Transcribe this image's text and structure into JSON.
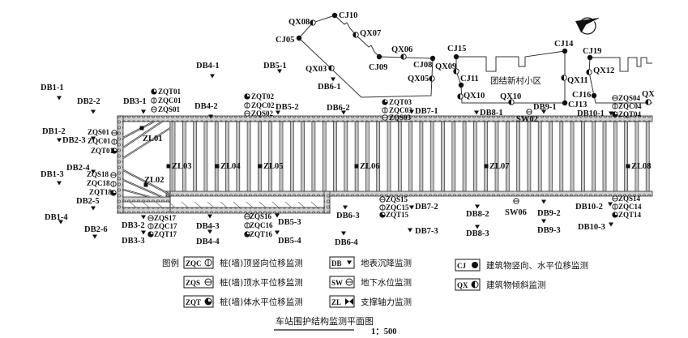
{
  "diagram": {
    "title": "车站围护结构监测平面图",
    "scale": "1：500",
    "community_label": "团结新村小区",
    "legend_title": "图例",
    "legend": [
      {
        "code": "ZQC",
        "symbol": "zqc",
        "text": "桩(墙)顶竖向位移监测"
      },
      {
        "code": "ZQS",
        "symbol": "zqs",
        "text": "桩(墙)顶水平位移监测"
      },
      {
        "code": "ZQT",
        "symbol": "zqt",
        "text": "桩(墙)体水平位移监测"
      },
      {
        "code": "DB",
        "symbol": "db",
        "text": "地表沉降监测"
      },
      {
        "code": "SW",
        "symbol": "sw",
        "text": "地下水位监测"
      },
      {
        "code": "ZL",
        "symbol": "zl",
        "text": "支撑轴力监测"
      },
      {
        "code": "CJ",
        "symbol": "cj",
        "text": "建筑物竖向、水平位移监测"
      },
      {
        "code": "QX",
        "symbol": "qx",
        "text": "建筑物倾斜监测"
      }
    ],
    "db_points": [
      "DB1-1",
      "DB2-2",
      "DB3-1",
      "DB4-2",
      "DB1-2",
      "DB2-3",
      "DB1-3",
      "DB2-4",
      "DB2-5",
      "DB1-4",
      "DB2-6",
      "DB3-2",
      "DB3-3",
      "DB4-3",
      "DB4-4",
      "DB4-1",
      "DB5-1",
      "DB5-2",
      "DB6-1",
      "DB6-2",
      "DB7-1",
      "DB5-3",
      "DB5-4",
      "DB6-3",
      "DB6-4",
      "DB7-2",
      "DB7-3",
      "DB8-1",
      "DB8-2",
      "DB8-3",
      "DB9-1",
      "DB9-2",
      "DB9-3",
      "DB10-1",
      "DB10-2",
      "DB10-3"
    ],
    "sw_points": [
      "SW02",
      "SW06"
    ],
    "cj_points": [
      "CJ05",
      "CJ10",
      "CJ09",
      "CJ08",
      "CJ15",
      "CJ11",
      "CJ13",
      "CJ14",
      "CJ19",
      "CJ16"
    ],
    "qx_points": [
      "QX08",
      "QX07",
      "QX06",
      "QX09",
      "QX05",
      "QX03",
      "QX10",
      "QX10",
      "QX11",
      "QX12",
      "QX"
    ],
    "zq_points": [
      "ZQT01",
      "ZQC01",
      "ZQS01",
      "ZQT02",
      "ZQC02",
      "ZQS02",
      "ZQT03",
      "ZQC03",
      "ZQS03",
      "ZQS01",
      "ZQC01",
      "ZQT01",
      "ZQS18",
      "ZQC18",
      "ZQT18",
      "ZQS17",
      "ZQC17",
      "ZQT17",
      "ZQS16",
      "ZQC16",
      "ZQT16",
      "ZQS15",
      "ZQC15",
      "ZQT15",
      "ZQS14",
      "ZQC14",
      "ZQT14",
      "ZQS04",
      "ZQC04",
      "ZQT04"
    ],
    "zl_points": [
      "ZL01",
      "ZL02",
      "ZL03",
      "ZL04",
      "ZL05",
      "ZL06",
      "ZL07",
      "ZL08"
    ],
    "colors": {
      "ink": "#111111",
      "wall": "#9a9a9a",
      "strut": "#b5b5b5"
    }
  }
}
